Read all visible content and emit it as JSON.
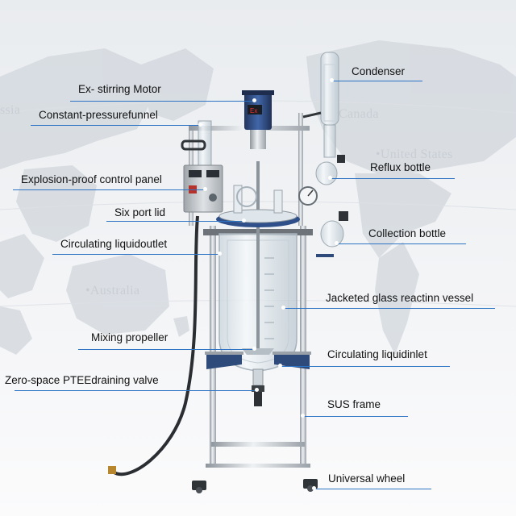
{
  "map_labels": {
    "asia_fragment": "ssia",
    "canada": "Canada",
    "united_states": "•United  States",
    "australia": "•Australia"
  },
  "callouts": {
    "left": {
      "ex_stirring_motor": "Ex- stirring Motor",
      "constant_pressure_funnel": "Constant-pressurefunnel",
      "explosion_proof_panel": "Explosion-proof control panel",
      "six_port_lid": "Six port lid",
      "circulating_liquid_outlet": "Circulating liquidoutlet",
      "mixing_propeller": "Mixing propeller",
      "draining_valve": "Zero-space PTEEdraining valve"
    },
    "right": {
      "condenser": "Condenser",
      "reflux_bottle": "Reflux bottle",
      "collection_bottle": "Collection bottle",
      "jacketed_vessel": "Jacketed glass reactinn vessel",
      "circulating_liquid_inlet": "Circulating liquidinlet",
      "sus_frame": "SUS frame",
      "universal_wheel": "Universal wheel"
    }
  },
  "motor_display": "Ex",
  "colors": {
    "leader_line": "#2d74c4",
    "motor_blue": "#2f4f8a",
    "frame_steel": "#c9ced3",
    "glass": "#dfe8ee",
    "map_land": "#cfd4da"
  }
}
